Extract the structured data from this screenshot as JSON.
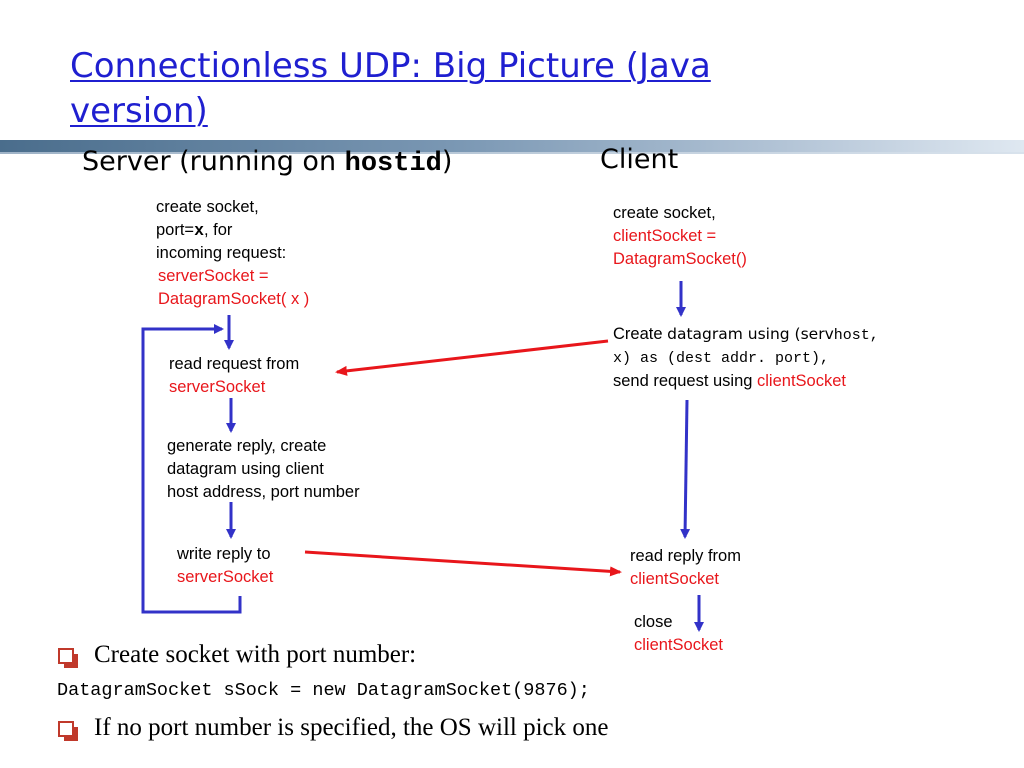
{
  "title": "Connectionless UDP: Big Picture (Java version)",
  "server_heading": {
    "prefix": "Server (running on ",
    "host": "hostid",
    "suffix": ")"
  },
  "client_heading": "Client",
  "server_steps": {
    "create": {
      "lines": [
        "create socket,",
        "incoming request:"
      ],
      "port_prefix": "port=",
      "port_var": "x",
      "port_suffix": ", for",
      "red_lines": [
        "serverSocket =",
        "DatagramSocket( x )"
      ]
    },
    "read": {
      "line1": "read request from",
      "red": "serverSocket"
    },
    "generate": {
      "lines": [
        "generate reply, create",
        "datagram using client",
        "host address, port number"
      ]
    },
    "write": {
      "line1": "write reply to",
      "red": "serverSocket"
    }
  },
  "client_steps": {
    "create": {
      "line1": "create socket,",
      "red_lines": [
        "clientSocket =",
        "DatagramSocket()"
      ]
    },
    "send": {
      "l1_a": "Create ",
      "l1_b": "datagram using (serv",
      "l1_c": "host,",
      "l2": "x) as (dest addr. port),",
      "l3_a": "send request using ",
      "l3_red": "clientSocket"
    },
    "read": {
      "line1": "read reply from",
      "red": "clientSocket"
    },
    "close": {
      "line1": "close",
      "red": "clientSocket"
    }
  },
  "bullets": [
    {
      "text": "Create socket with port number:"
    },
    {
      "text": "If no port number is specified, the OS will pick one"
    }
  ],
  "code_line": "DatagramSocket sSock = new DatagramSocket(9876);",
  "colors": {
    "title": "#1f1fd0",
    "flow_arrow": "#3232c8",
    "message_arrow": "#e8161b",
    "highlight": "#e8161b"
  }
}
